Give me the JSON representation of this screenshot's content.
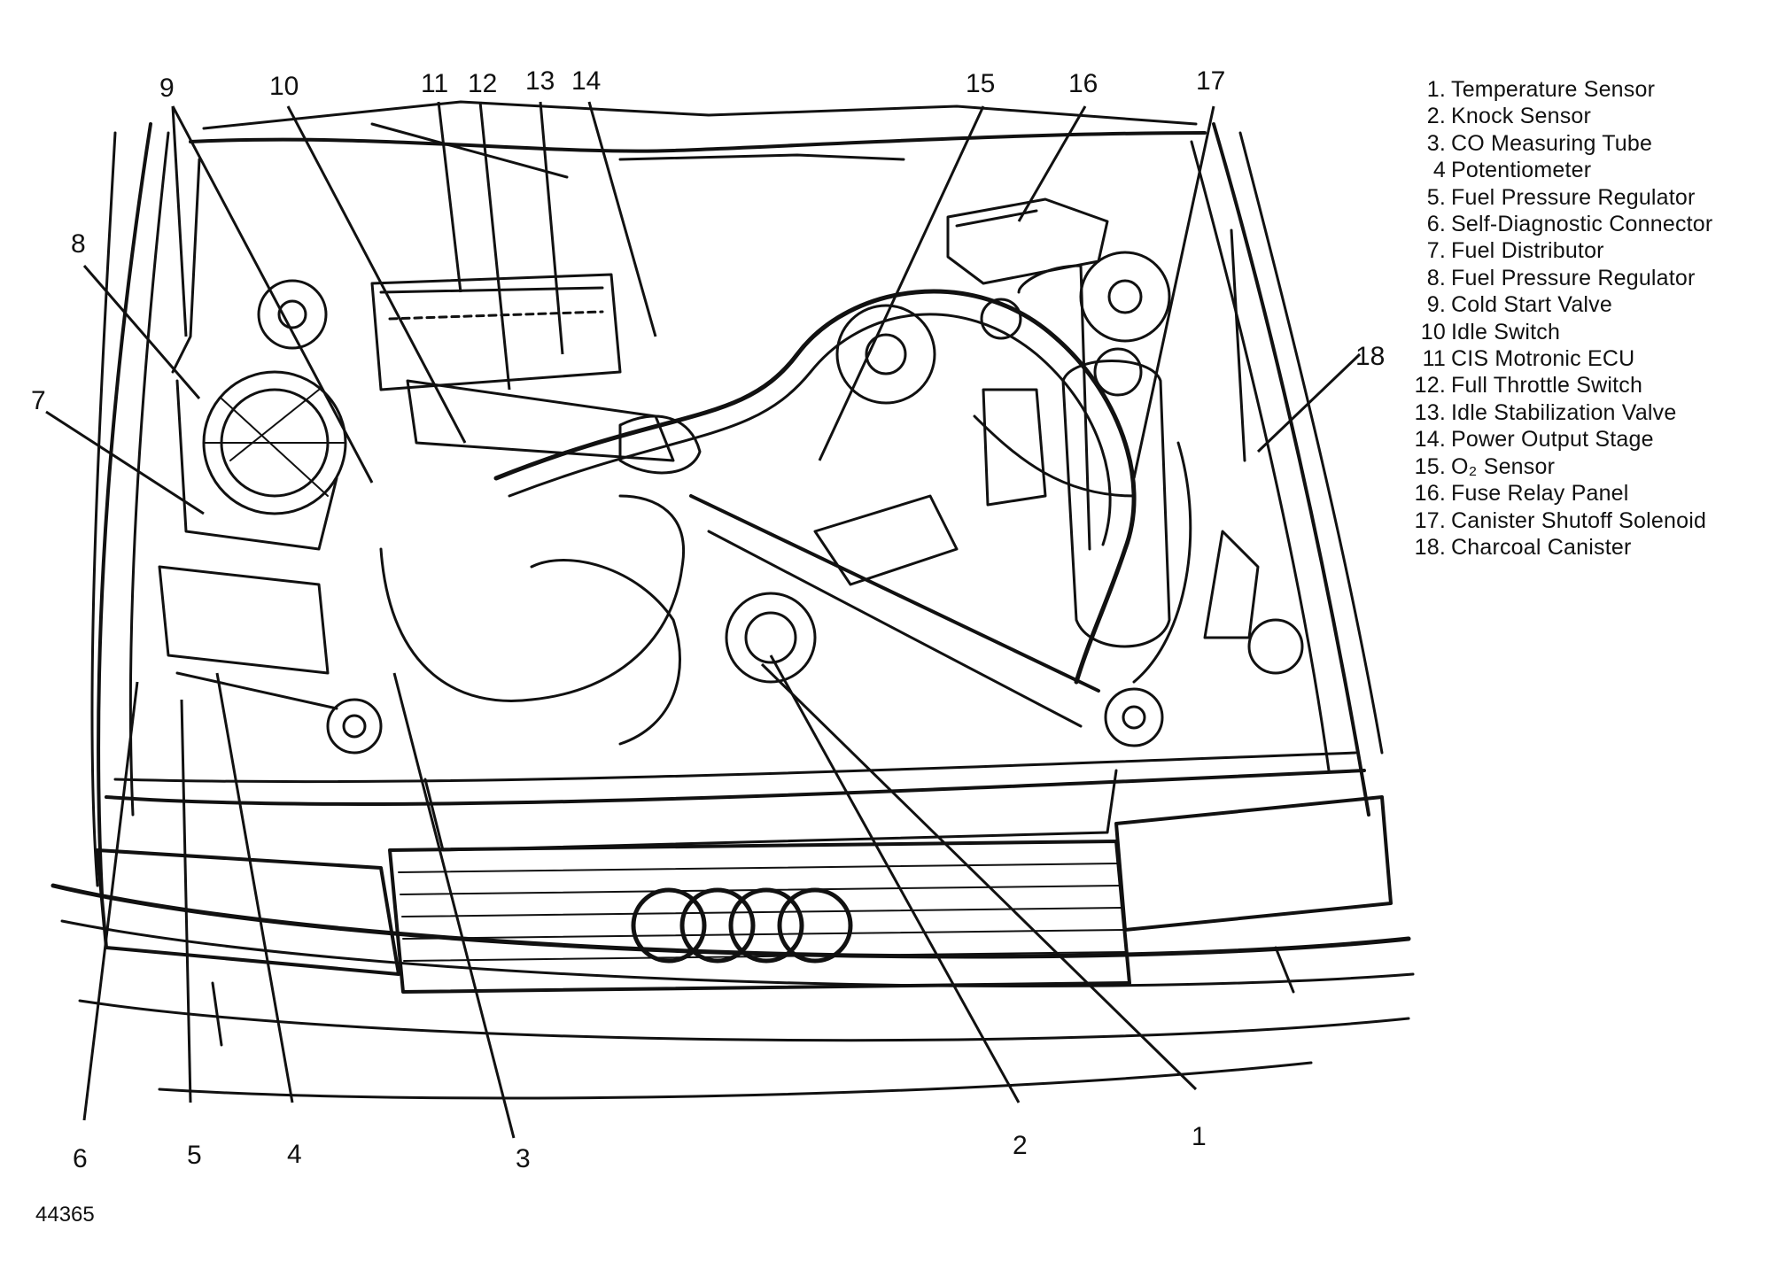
{
  "diagram": {
    "callouts": [
      "1",
      "2",
      "3",
      "4",
      "5",
      "6",
      "7",
      "8",
      "9",
      "10",
      "11",
      "12",
      "13",
      "14",
      "15",
      "16",
      "17",
      "18"
    ],
    "legend": [
      {
        "num": "1.",
        "label": "Temperature Sensor"
      },
      {
        "num": "2.",
        "label": "Knock Sensor"
      },
      {
        "num": "3.",
        "label": "CO Measuring Tube"
      },
      {
        "num": "4",
        "label": "Potentiometer"
      },
      {
        "num": "5.",
        "label": "Fuel Pressure Regulator"
      },
      {
        "num": "6.",
        "label": "Self-Diagnostic Connector"
      },
      {
        "num": "7.",
        "label": "Fuel Distributor"
      },
      {
        "num": "8.",
        "label": "Fuel Pressure Regulator"
      },
      {
        "num": "9.",
        "label": "Cold Start Valve"
      },
      {
        "num": "10",
        "label": "Idle Switch"
      },
      {
        "num": "11",
        "label": "CIS Motronic ECU"
      },
      {
        "num": "12.",
        "label": "Full Throttle Switch"
      },
      {
        "num": "13.",
        "label": "Idle Stabilization Valve"
      },
      {
        "num": "14.",
        "label": "Power Output Stage"
      },
      {
        "num": "15.",
        "label": "O₂ Sensor"
      },
      {
        "num": "16.",
        "label": "Fuse Relay Panel"
      },
      {
        "num": "17.",
        "label": "Canister Shutoff Solenoid"
      },
      {
        "num": "18.",
        "label": "Charcoal Canister"
      }
    ],
    "figure_id": "44365"
  }
}
